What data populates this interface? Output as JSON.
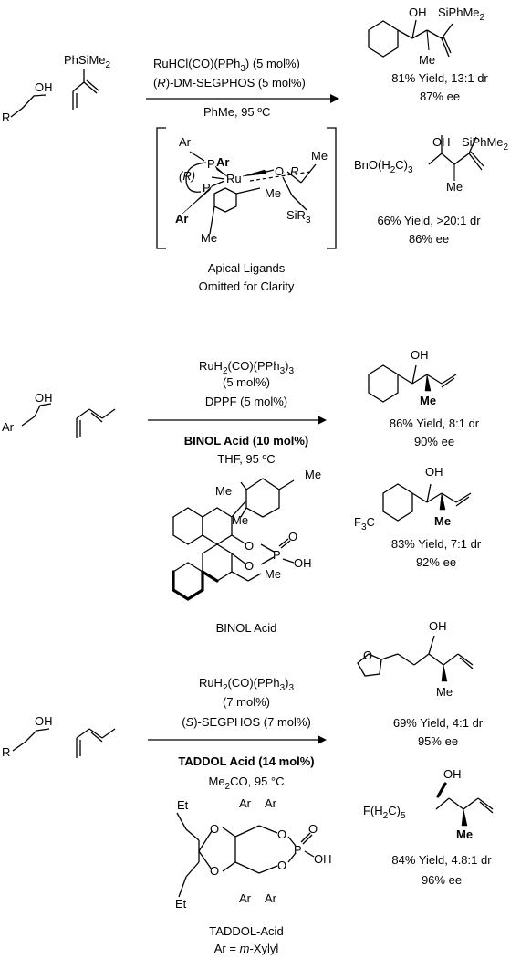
{
  "section1": {
    "substrate_atoms": {
      "R": "R",
      "OH": "OH"
    },
    "diene_label": "PhSiMe",
    "diene_sub": "2",
    "conditions": {
      "line1a": "RuHCl(CO)(PPh",
      "line1_sub": "3",
      "line1b": ") (5 mol%)",
      "line2_prefix": "(",
      "line2_R": "R",
      "line2_rest": ")-DM-SEGPHOS (5 mol%)",
      "line3": "PhMe, 95 ºC"
    },
    "complex": {
      "ar_top": "Ar",
      "ar_bold1": "Ar",
      "ar_bottom": "Ar",
      "P1": "P",
      "P2": "P",
      "R_label": "(R)",
      "Ru": "Ru",
      "O": "O",
      "R": "R",
      "Me1": "Me",
      "Me2": "Me",
      "Me3": "Me",
      "SiR": "SiR",
      "SiR_sub": "3"
    },
    "caption1": "Apical Ligands",
    "caption2": "Omitted for Clarity",
    "product1": {
      "OH": "OH",
      "Si": "SiPhMe",
      "Si_sub": "2",
      "Me": "Me",
      "yield": "81% Yield, 13:1 dr",
      "ee": "87% ee"
    },
    "product2": {
      "prefix": "BnO(H",
      "prefix_sub1": "2",
      "prefix_mid": "C)",
      "prefix_sub2": "3",
      "OH": "OH",
      "Si": "SiPhMe",
      "Si_sub": "2",
      "Me": "Me",
      "yield": "66% Yield, >20:1 dr",
      "ee": "86% ee"
    }
  },
  "section2": {
    "substrate_atoms": {
      "Ar": "Ar",
      "OH": "OH"
    },
    "conditions": {
      "line1a": "RuH",
      "line1_sub1": "2",
      "line1b": "(CO)(PPh",
      "line1_sub2": "3",
      "line1c": ")",
      "line1_sub3": "3",
      "line2": "(5 mol%)",
      "line3": "DPPF (5 mol%)",
      "line4": "BINOL Acid (10 mol%)",
      "line5": "THF, 95 ºC"
    },
    "acid": {
      "Me_top": "Me",
      "Me_left": "Me",
      "Me_lower": "Me",
      "O1": "O",
      "O2": "O",
      "P": "P",
      "O_eq": "O",
      "OH": "OH",
      "Me_ethyl": "Me"
    },
    "acid_caption": "BINOL Acid",
    "product1": {
      "OH": "OH",
      "Me": "Me",
      "yield": "86% Yield, 8:1 dr",
      "ee": "90% ee"
    },
    "product2": {
      "prefix": "F",
      "prefix_sub": "3",
      "prefix_rest": "C",
      "OH": "OH",
      "Me": "Me",
      "yield": "83% Yield, 7:1 dr",
      "ee": "92% ee"
    }
  },
  "section3": {
    "substrate_atoms": {
      "R": "R",
      "OH": "OH"
    },
    "conditions": {
      "line1a": "RuH",
      "line1_sub1": "2",
      "line1b": "(CO)(PPh",
      "line1_sub2": "3",
      "line1c": ")",
      "line1_sub3": "3",
      "line2": "(7 mol%)",
      "line3_prefix": "(",
      "line3_S": "S",
      "line3_rest": ")-SEGPHOS (7 mol%)",
      "line4": "TADDOL Acid (14 mol%)",
      "line5a": "Me",
      "line5_sub": "2",
      "line5b": "CO, 95 °C"
    },
    "acid": {
      "Et1": "Et",
      "Et2": "Et",
      "O1": "O",
      "O2": "O",
      "Ar1": "Ar",
      "Ar2": "Ar",
      "Ar3": "Ar",
      "Ar4": "Ar",
      "O3": "O",
      "O4": "O",
      "P": "P",
      "O_eq": "O",
      "OH": "OH"
    },
    "acid_caption1": "TADDOL-Acid",
    "acid_caption2_a": "Ar = ",
    "acid_caption2_b": "m",
    "acid_caption2_c": "-Xylyl",
    "product1": {
      "O": "O",
      "OH": "OH",
      "Me": "Me",
      "yield": "69% Yield, 4:1 dr",
      "ee": "95% ee"
    },
    "product2": {
      "prefix": "F(H",
      "prefix_sub1": "2",
      "prefix_mid": "C)",
      "prefix_sub2": "5",
      "OH": "OH",
      "Me": "Me",
      "yield": "84% Yield, 4.8:1 dr",
      "ee": "96% ee"
    }
  }
}
